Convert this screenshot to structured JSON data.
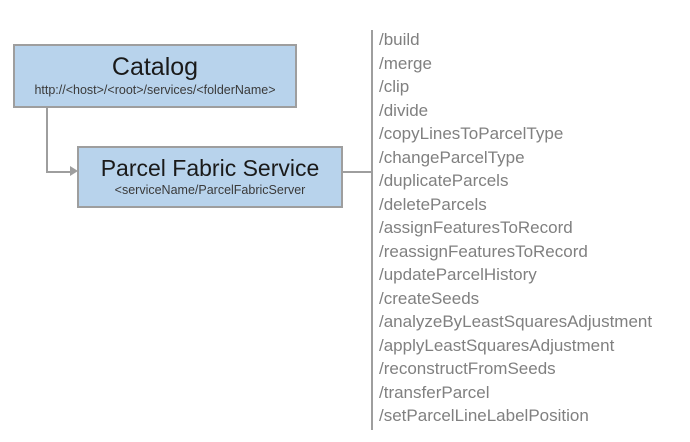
{
  "diagram": {
    "nodes": [
      {
        "id": "catalog",
        "title": "Catalog",
        "subtitle": "http://<host>/<root>/services/<folderName>",
        "fill": "#b8d3ec",
        "border": "#9e9e9e"
      },
      {
        "id": "parcel-fabric-service",
        "title": "Parcel Fabric Service",
        "subtitle": "<serviceName/ParcelFabricServer",
        "fill": "#b8d3ec",
        "border": "#9e9e9e"
      }
    ],
    "connector_color": "#9e9e9e",
    "operations_text_color": "#808080",
    "operations": [
      "/build",
      "/merge",
      "/clip",
      "/divide",
      "/copyLinesToParcelType",
      "/changeParcelType",
      "/duplicateParcels",
      "/deleteParcels",
      "/assignFeaturesToRecord",
      "/reassignFeaturesToRecord",
      "/updateParcelHistory",
      "/createSeeds",
      "/analyzeByLeastSquaresAdjustment",
      "/applyLeastSquaresAdjustment",
      "/reconstructFromSeeds",
      "/transferParcel",
      "/setParcelLineLabelPosition"
    ]
  }
}
